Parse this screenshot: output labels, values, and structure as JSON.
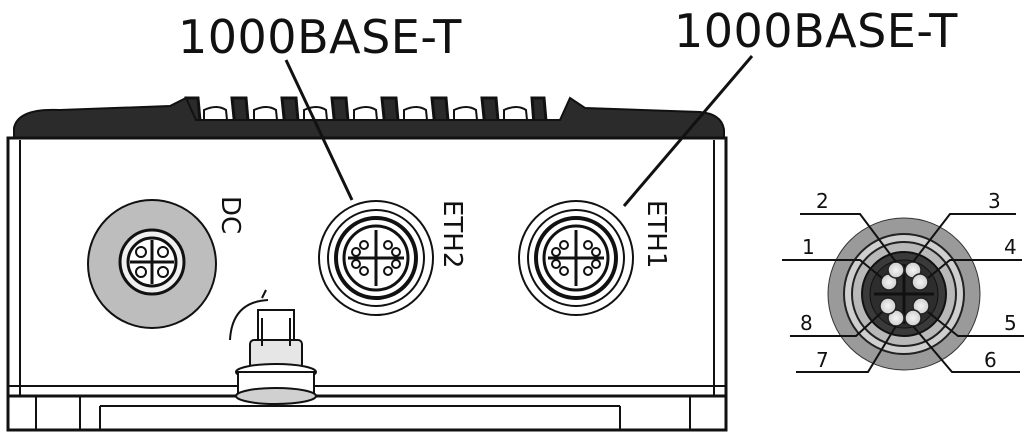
{
  "callouts": {
    "left": "1000BASE-T",
    "right": "1000BASE-T"
  },
  "ports": {
    "dc": "DC",
    "eth2": "ETH2",
    "eth1": "ETH1"
  },
  "pinout": {
    "pins": [
      "1",
      "2",
      "3",
      "4",
      "5",
      "6",
      "7",
      "8"
    ]
  }
}
